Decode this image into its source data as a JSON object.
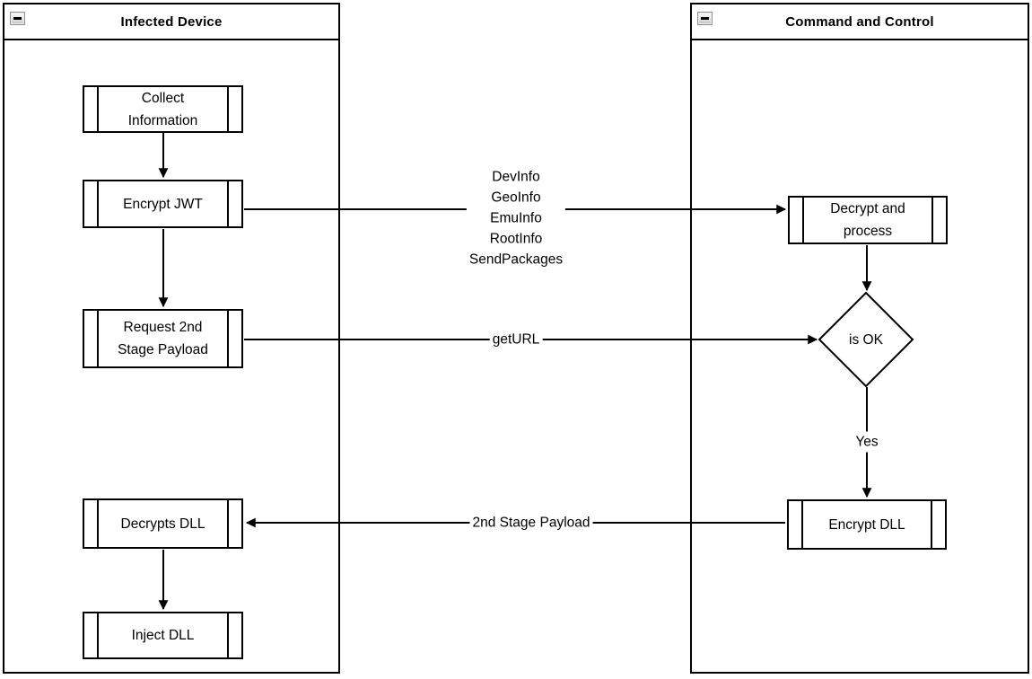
{
  "containers": {
    "infected_device": {
      "title": "Infected Device",
      "collapse_icon": "minus-icon"
    },
    "command_and_control": {
      "title": "Command and Control",
      "collapse_icon": "minus-icon"
    }
  },
  "nodes": {
    "collect_information": {
      "label": "Collect\nInformation",
      "shape": "subroutine"
    },
    "encrypt_jwt": {
      "label": "Encrypt JWT",
      "shape": "subroutine"
    },
    "request_2nd_stage": {
      "label": "Request 2nd\nStage Payload",
      "shape": "subroutine"
    },
    "decrypts_dll": {
      "label": "Decrypts DLL",
      "shape": "subroutine"
    },
    "inject_dll": {
      "label": "Inject DLL",
      "shape": "subroutine"
    },
    "decrypt_and_process": {
      "label": "Decrypt and\nprocess",
      "shape": "subroutine"
    },
    "is_ok": {
      "label": "is OK",
      "shape": "decision"
    },
    "encrypt_dll": {
      "label": "Encrypt DLL",
      "shape": "subroutine"
    }
  },
  "edge_labels": {
    "jwt_payload": {
      "label": "DevInfo\nGeoInfo\nEmuInfo\nRootInfo\nSendPackages"
    },
    "get_url": {
      "label": "getURL"
    },
    "yes": {
      "label": "Yes"
    },
    "second_stage_payload": {
      "label": "2nd Stage Payload"
    }
  },
  "colors": {
    "stroke": "#000000",
    "background": "#ffffff",
    "collapse_button_bg": "#e3e3e3",
    "collapse_button_border": "#909090"
  }
}
